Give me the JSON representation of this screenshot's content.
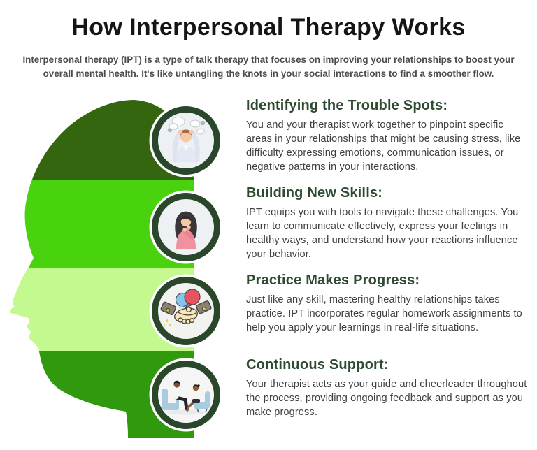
{
  "header": {
    "title": "How Interpersonal Therapy Works",
    "subtitle": "Interpersonal therapy (IPT) is a type of talk therapy that focuses on improving your relationships to boost your overall mental health. It's like untangling the knots in your social interactions to find a smoother flow."
  },
  "sections": [
    {
      "heading": "Identifying the Trouble Spots:",
      "body": "You and your therapist work together to pinpoint specific areas in your relationships that might be causing stress, like difficulty expressing emotions, communication issues, or negative patterns in your interactions.",
      "icon": "stressed-person-icon"
    },
    {
      "heading": "Building New Skills:",
      "body": "IPT equips you with tools to navigate these challenges. You learn to communicate effectively, express your feelings in healthy ways, and understand how your reactions influence your behavior.",
      "icon": "anxious-woman-icon"
    },
    {
      "heading": "Practice Makes Progress:",
      "body": "Just like any skill, mastering healthy relationships takes practice. IPT incorporates regular homework assignments to help you apply your learnings in real-life situations.",
      "icon": "handshake-icon"
    },
    {
      "heading": "Continuous Support:",
      "body": "Your therapist acts as your guide and cheerleader throughout the process, providing ongoing feedback and support as you make progress.",
      "icon": "therapy-session-icon"
    }
  ],
  "colors": {
    "band_dark_green": "#33660e",
    "band_bright_green": "#49d20e",
    "band_pale_green": "#c3f98e",
    "band_medium_green": "#31990d",
    "circle_ring": "#2a472b",
    "circle_fill": "#eef1f4",
    "heading_green": "#2e4b31",
    "body_text": "#3e4042",
    "title_text": "#151515",
    "subtitle_text": "#4c4c4c"
  }
}
